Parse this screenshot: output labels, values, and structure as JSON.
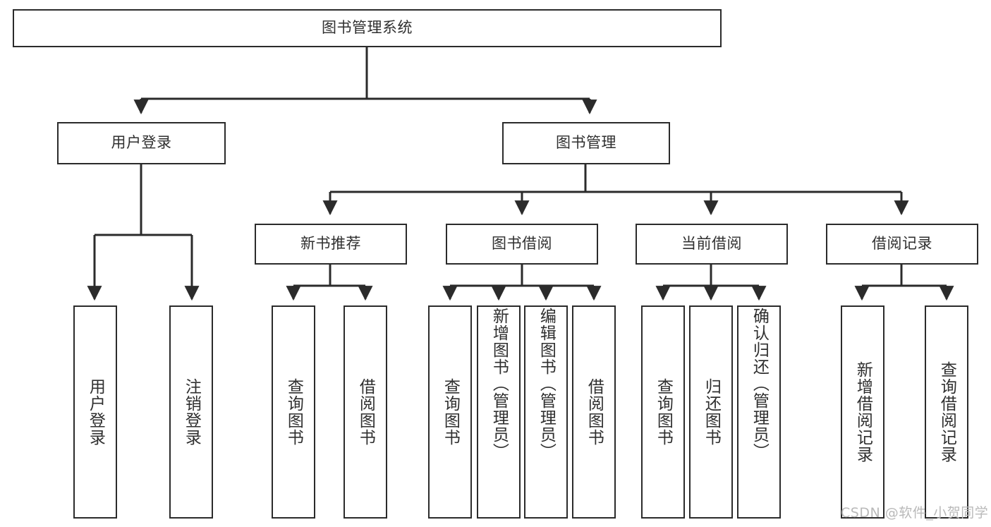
{
  "diagram": {
    "title_node": {
      "label": "图书管理系统"
    },
    "level2": [
      {
        "label": "用户登录"
      },
      {
        "label": "图书管理"
      }
    ],
    "level3": [
      {
        "label": "新书推荐"
      },
      {
        "label": "图书借阅"
      },
      {
        "label": "当前借阅"
      },
      {
        "label": "借阅记录"
      }
    ],
    "leaves": {
      "user_login": [
        {
          "label": "用户登录"
        },
        {
          "label": "注销登录"
        }
      ],
      "new_book_recommend": [
        {
          "label": "查询图书"
        },
        {
          "label": "借阅图书"
        }
      ],
      "book_borrow": [
        {
          "label": "查询图书"
        },
        {
          "label": "新增图书（管理员）"
        },
        {
          "label": "编辑图书（管理员）"
        },
        {
          "label": "借阅图书"
        }
      ],
      "current_borrow": [
        {
          "label": "查询图书"
        },
        {
          "label": "归还图书"
        },
        {
          "label": "确认归还（管理员）"
        }
      ],
      "borrow_records": [
        {
          "label": "新增借阅记录"
        },
        {
          "label": "查询借阅记录"
        }
      ]
    }
  },
  "watermark": {
    "text": "CSDN @软件_小贺同学"
  },
  "colors": {
    "stroke": "#2b2b2b",
    "text": "#2f2f2f",
    "background": "#ffffff",
    "watermark": "#b9b9b9"
  }
}
